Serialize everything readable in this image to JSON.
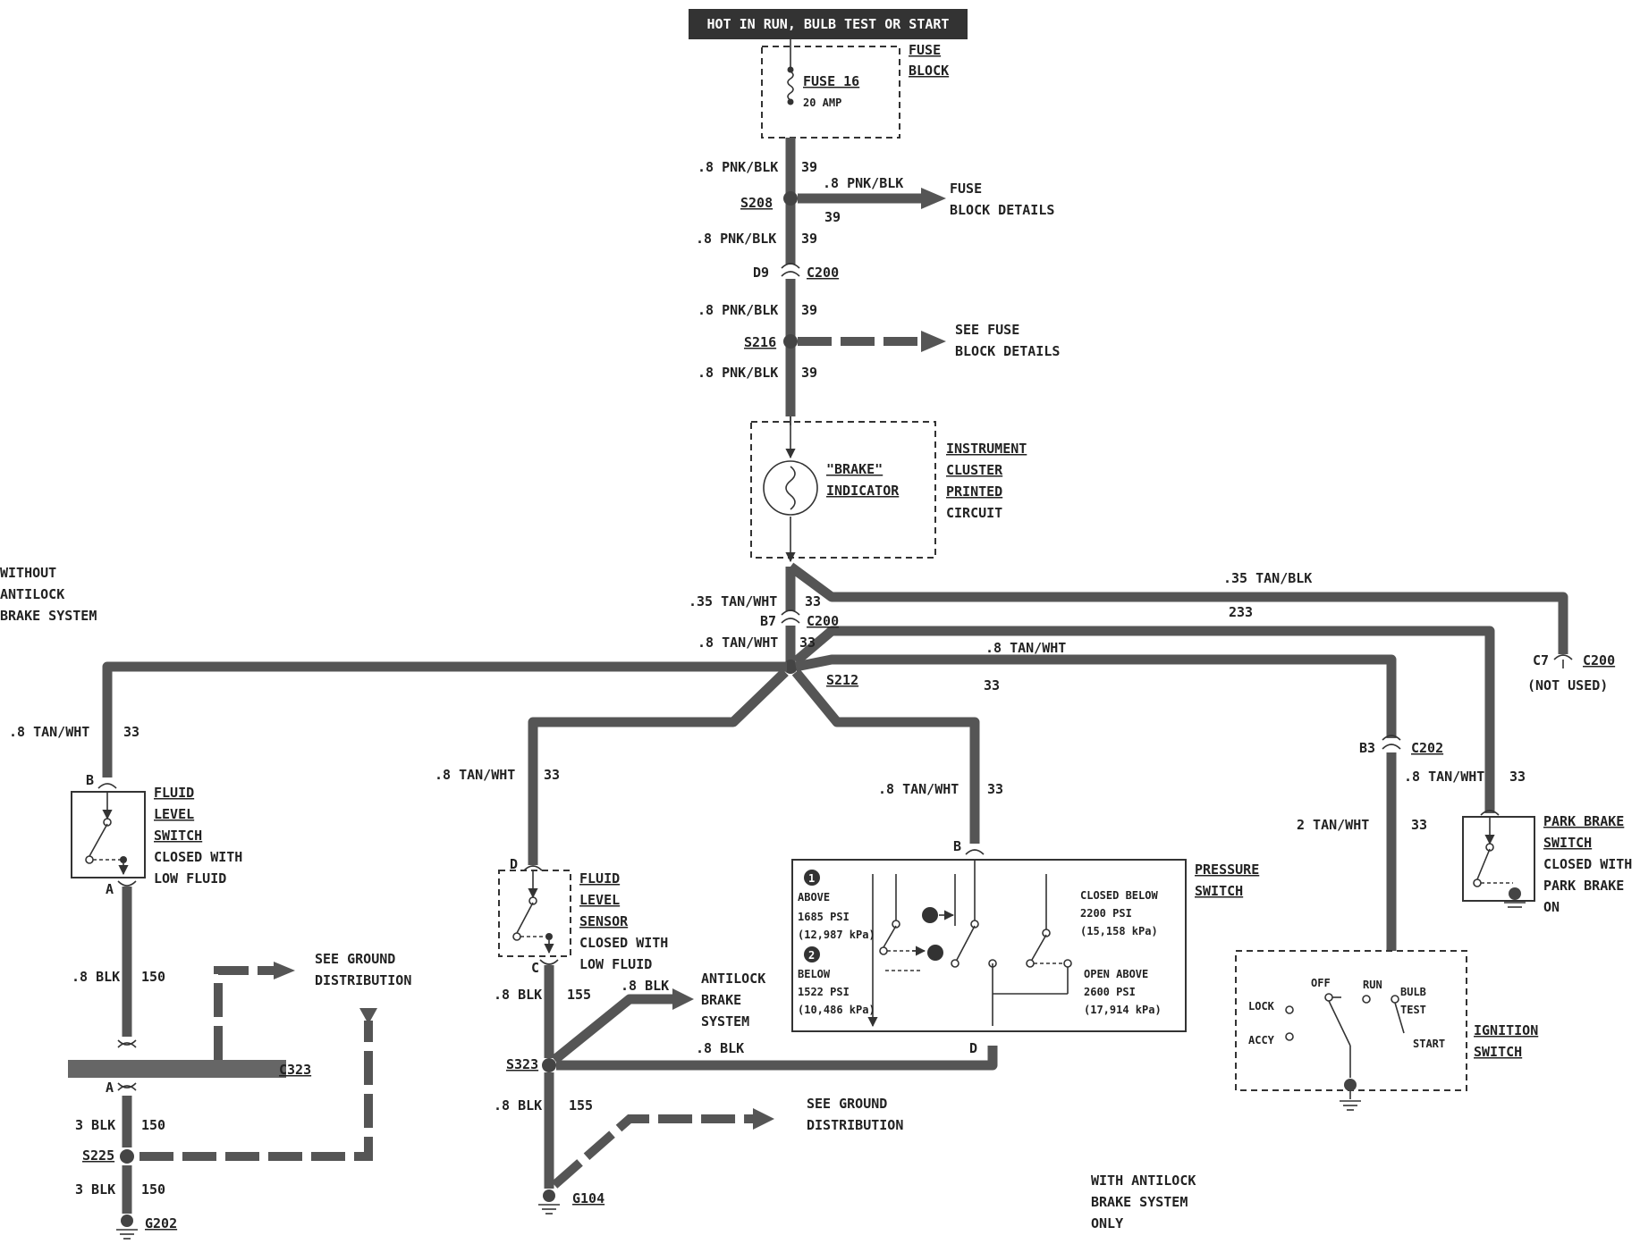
{
  "header": {
    "banner": "HOT IN RUN, BULB TEST OR START"
  },
  "fuse_block": {
    "fuse_name": "FUSE 16",
    "fuse_rating": "20 AMP",
    "label_line1": "FUSE",
    "label_line2": "BLOCK"
  },
  "wires": {
    "pnk_blk_08": ".8 PNK/BLK",
    "pnk_blk_08_alt": ".8 PNK/BLK",
    "circuit_39": "39",
    "tan_wht_035": ".35 TAN/WHT",
    "tan_blk_035": ".35 TAN/BLK",
    "circuit_233": "233",
    "tan_wht_08": ".8 TAN/WHT",
    "tan_wht_08_alt": ".8 TAN/WHT",
    "tan_wht_08_spaced": ".8  TAN/WHT",
    "tan_wht_2": "2  TAN/WHT",
    "circuit_33": "33",
    "blk_08": ".8 BLK",
    "blk_3": "3 BLK",
    "circuit_150": "150",
    "circuit_155": "155"
  },
  "splices": {
    "s208": "S208",
    "s216": "S216",
    "s212": "S212",
    "s225": "S225",
    "s323": "S323"
  },
  "connectors": {
    "c200": "C200",
    "c202": "C202",
    "c323": "C323"
  },
  "grounds": {
    "g202": "G202",
    "g104": "G104"
  },
  "pins": {
    "d9": "D9",
    "b7": "B7",
    "c7": "C7",
    "b3": "B3",
    "b": "B",
    "a": "A",
    "d": "D",
    "c": "C"
  },
  "notes": {
    "fuse_block_details_1": "FUSE",
    "fuse_block_details_2": "BLOCK  DETAILS",
    "see_fuse_1": "SEE FUSE",
    "see_fuse_2": "BLOCK DETAILS",
    "not_used": "(NOT  USED)",
    "without_abs_1": "WITHOUT",
    "without_abs_2": "ANTILOCK",
    "without_abs_3": "BRAKE SYSTEM",
    "with_abs_1": "WITH  ANTILOCK",
    "with_abs_2": "BRAKE  SYSTEM",
    "with_abs_3": "ONLY",
    "see_ground_1": "SEE GROUND",
    "see_ground_2": "DISTRIBUTION",
    "see_ground_b1": "SEE GROUND",
    "see_ground_b2": "DISTRIBUTION",
    "abs_1": "ANTILOCK",
    "abs_2": "BRAKE",
    "abs_3": "SYSTEM"
  },
  "components": {
    "brake_indicator_1": "\"BRAKE\"",
    "brake_indicator_2": "INDICATOR",
    "cluster_1": "INSTRUMENT",
    "cluster_2": "CLUSTER",
    "cluster_3": "PRINTED",
    "cluster_4": "CIRCUIT",
    "fluid_switch_1": "FLUID",
    "fluid_switch_2": "LEVEL",
    "fluid_switch_3": "SWITCH",
    "fluid_switch_4": "CLOSED WITH",
    "fluid_switch_5": "LOW FLUID",
    "fluid_sensor_1": "FLUID",
    "fluid_sensor_2": "LEVEL",
    "fluid_sensor_3": "SENSOR",
    "fluid_sensor_4": "CLOSED WITH",
    "fluid_sensor_5": "LOW FLUID",
    "pressure_1": "PRESSURE",
    "pressure_2": "SWITCH",
    "ps_num1": "1",
    "ps_num2": "2",
    "ps_above": "ABOVE",
    "ps_above_psi": "1685 PSI",
    "ps_above_kpa": "(12,987 kPa)",
    "ps_below": "BELOW",
    "ps_below_psi": "1522 PSI",
    "ps_below_kpa": "(10,486 kPa)",
    "ps_closed_below": "CLOSED BELOW",
    "ps_closed_psi": "2200 PSI",
    "ps_closed_kpa": "(15,158 kPa)",
    "ps_open_above": "OPEN ABOVE",
    "ps_open_psi": "2600 PSI",
    "ps_open_kpa": "(17,914 kPa)",
    "park_1": "PARK BRAKE",
    "park_2": "SWITCH",
    "park_3": "CLOSED WITH",
    "park_4": "PARK BRAKE",
    "park_5": "ON",
    "ign_off": "OFF",
    "ign_run": "RUN",
    "ign_bulb": "BULB",
    "ign_test": "TEST",
    "ign_lock": "LOCK",
    "ign_accy": "ACCY",
    "ign_start": "START",
    "ign_label_1": "IGNITION",
    "ign_label_2": "SWITCH"
  },
  "colors": {
    "wire": "#555555",
    "banner_bg": "#333333",
    "line": "#333333"
  }
}
